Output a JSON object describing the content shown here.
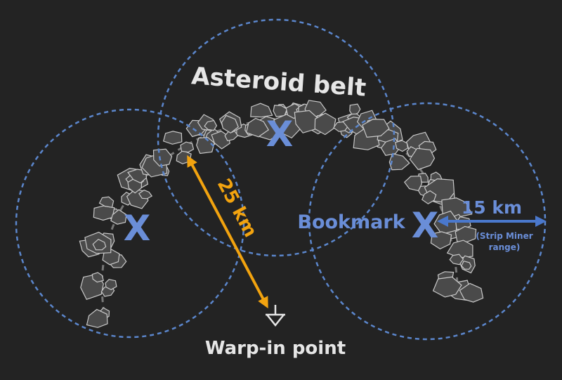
{
  "title": "Asteroid belt",
  "markers": [
    {
      "id": "left",
      "symbol": "X"
    },
    {
      "id": "top",
      "symbol": "X"
    },
    {
      "id": "right",
      "symbol": "X",
      "label": "Bookmark"
    }
  ],
  "warp_in": {
    "label": "Warp-in point"
  },
  "distance_warp": {
    "label": "25 km"
  },
  "distance_range": {
    "label": "15 km",
    "note_line1": "(Strip Miner",
    "note_line2": "range)"
  },
  "colors": {
    "background": "#232323",
    "range_circle": "#5b86cc",
    "marker": "#6a8ed8",
    "distance_arrow": "#f2a30f",
    "range_arrow": "#4a78cc",
    "asteroid_fill": "#4a4a4a",
    "asteroid_stroke": "#c9c9c9",
    "text": "#e6e6e6"
  }
}
